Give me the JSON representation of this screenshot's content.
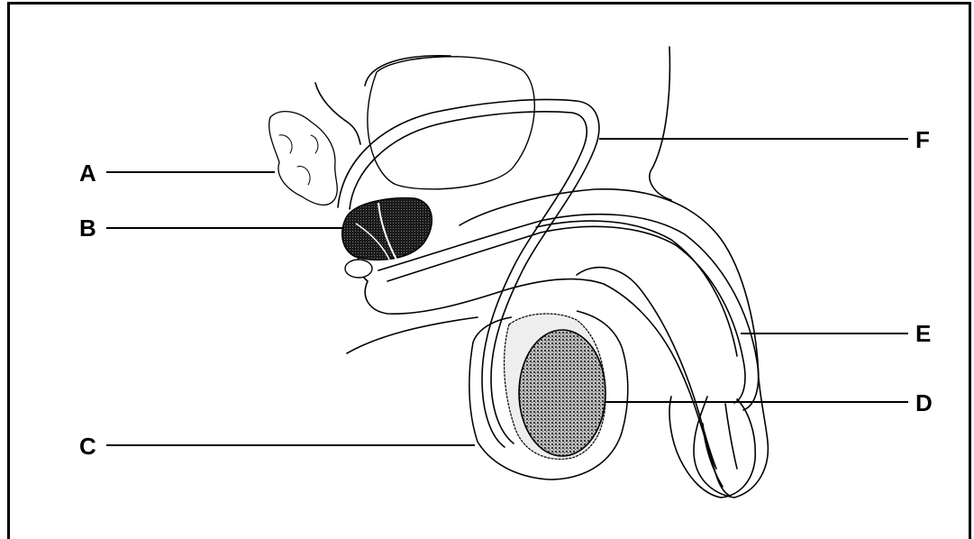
{
  "labels": {
    "A": "A",
    "B": "B",
    "C": "C",
    "D": "D",
    "E": "E",
    "F": "F"
  },
  "colors": {
    "line": "#000000",
    "background": "#ffffff",
    "dark_fill": "#111111",
    "stipple_fill": "#7a7a7a"
  }
}
